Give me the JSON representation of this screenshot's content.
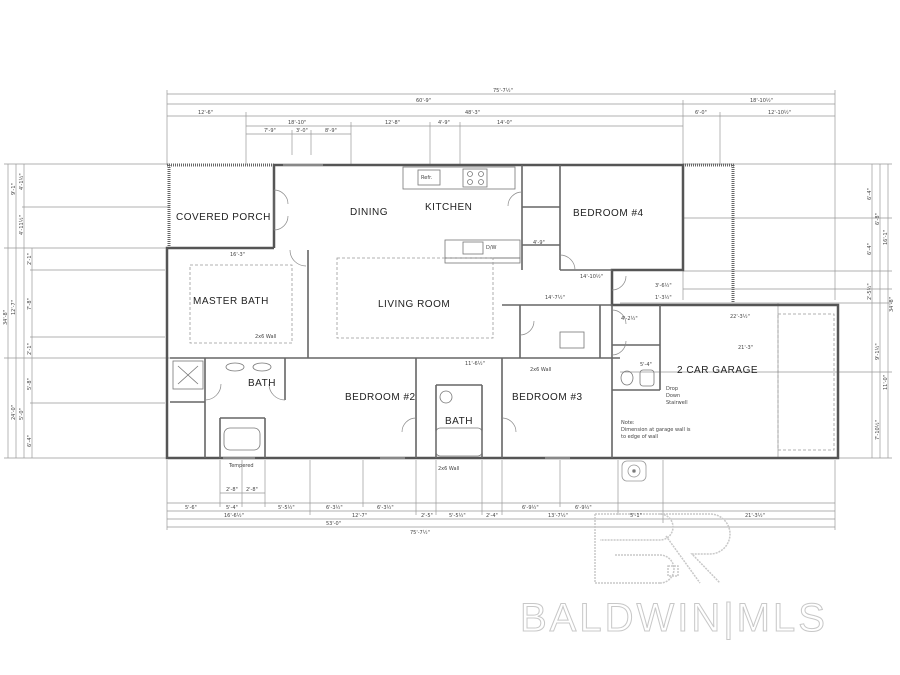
{
  "plan": {
    "rooms": {
      "covered_porch": "COVERED PORCH",
      "dining": "DINING",
      "kitchen": "KITCHEN",
      "bedroom4": "BEDROOM #4",
      "master_bath": "MASTER BATH",
      "living_room": "LIVING ROOM",
      "bath1": "BATH",
      "bedroom2": "BEDROOM #2",
      "bath2": "BATH",
      "bedroom3": "BEDROOM #3",
      "garage": "2 CAR GARAGE"
    },
    "fixtures": {
      "refrigerator": "Refr.",
      "dishwasher": "D/W"
    },
    "notes": {
      "wall_2x6_a": "2x6 Wall",
      "wall_2x6_b": "2x6 Wall",
      "wall_2x6_c": "2x6 Wall",
      "tempered": "Tempered",
      "garage_note_title": "Note:",
      "garage_note_line1": "Dimension at garage wall is",
      "garage_note_line2": "to edge of wall",
      "drop_down": "Drop",
      "drop_down2": "Down",
      "drop_down3": "Stairwell"
    },
    "top_dims": {
      "overall": "75'-7½\"",
      "main": "60'-9\"",
      "garage_ext": "18'-10½\"",
      "porch": "12'-6\"",
      "house": "48'-3\"",
      "garage_a": "6'-0\"",
      "garage_b": "12'-10½\"",
      "seg1": "18'-10\"",
      "seg2": "12'-8\"",
      "seg3": "4'-9\"",
      "seg4": "14'-0\"",
      "sub1": "7'-9\"",
      "sub2": "3'-0\"",
      "sub3": "8'-9\""
    },
    "bottom_dims": {
      "a1": "5'-6\"",
      "a2": "2'-8\"",
      "a3": "2'-8\"",
      "a4": "5'-4\"",
      "a5": "5'-5½\"",
      "a6": "6'-3½\"",
      "a7": "6'-3½\"",
      "a8": "6'-9½\"",
      "a9": "6'-9½\"",
      "b1": "16'-6½\"",
      "b2": "12'-7\"",
      "b3": "2'-5\"",
      "b4": "5'-5½\"",
      "b5": "2'-4\"",
      "b6": "13'-7½\"",
      "b7": "5'-1\"",
      "b8": "21'-3½\"",
      "c1": "53'-0\"",
      "overall": "75'-7½\""
    },
    "left_dims": {
      "overall": "34'-8\"",
      "upper": "9'-1\"",
      "u1": "4'-1½\"",
      "u2": "4'-11½\"",
      "mid": "12'-7\"",
      "m1": "2'-1\"",
      "m2": "7'-8\"",
      "m3": "2'-1\"",
      "lower": "24'-0\"",
      "l1": "5'-8\"",
      "l2": "5'-0\"",
      "l3": "6'-4\""
    },
    "right_dims": {
      "overall": "34'-8\"",
      "r1": "6'-4\"",
      "r2": "6'-8\"",
      "r3": "6'-4\"",
      "r4": "16'-1\"",
      "r5": "2'-5½\"",
      "r6": "9'-1½\"",
      "r7": "11'-0\"",
      "r8": "7'-10½\""
    },
    "interior_dims": {
      "bed4_w": "14'-10½\"",
      "hall": "14'-7½\"",
      "garage_w": "22'-3½\"",
      "garage_in": "21'-3\"",
      "closet": "4'-9\"",
      "mb_w": "16'-3\"",
      "laundry": "4'-2½\"",
      "d1": "3'-6½\"",
      "d2": "1'-3½\"",
      "wc": "5'-4\"",
      "bath_h": "11'-6½\""
    }
  },
  "watermark": {
    "logo": "BR",
    "text": "BALDWIN|MLS"
  },
  "colors": {
    "wall": "#555555",
    "dim_line": "#888888",
    "watermark": "#cccccc"
  }
}
